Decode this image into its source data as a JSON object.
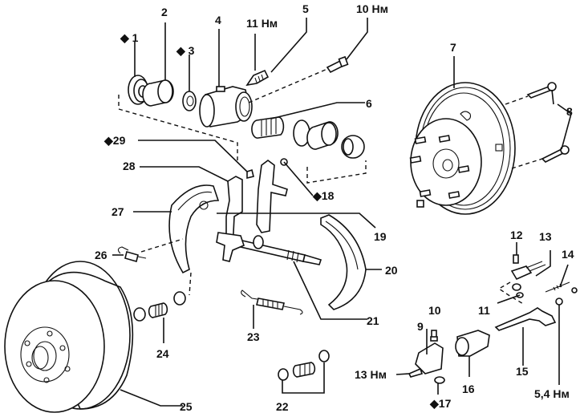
{
  "diagram": {
    "title": "Rear drum brake assembly — exploded view",
    "marker_symbol": "◆",
    "torque_unit": "Нм",
    "callouts": [
      {
        "id": "1",
        "text": "1",
        "marked": true
      },
      {
        "id": "2",
        "text": "2",
        "marked": false
      },
      {
        "id": "3",
        "text": "3",
        "marked": true
      },
      {
        "id": "4",
        "text": "4",
        "marked": false
      },
      {
        "id": "5",
        "text": "5",
        "marked": false
      },
      {
        "id": "6",
        "text": "6",
        "marked": false
      },
      {
        "id": "7",
        "text": "7",
        "marked": false
      },
      {
        "id": "8",
        "text": "8",
        "marked": false
      },
      {
        "id": "9",
        "text": "9",
        "marked": false
      },
      {
        "id": "10",
        "text": "10",
        "marked": false
      },
      {
        "id": "11",
        "text": "11",
        "marked": false
      },
      {
        "id": "12",
        "text": "12",
        "marked": false
      },
      {
        "id": "13",
        "text": "13",
        "marked": false
      },
      {
        "id": "14",
        "text": "14",
        "marked": false
      },
      {
        "id": "15",
        "text": "15",
        "marked": false
      },
      {
        "id": "16",
        "text": "16",
        "marked": false
      },
      {
        "id": "17",
        "text": "17",
        "marked": true
      },
      {
        "id": "18",
        "text": "18",
        "marked": true
      },
      {
        "id": "19",
        "text": "19",
        "marked": false
      },
      {
        "id": "20",
        "text": "20",
        "marked": false
      },
      {
        "id": "21",
        "text": "21",
        "marked": false
      },
      {
        "id": "22",
        "text": "22",
        "marked": false
      },
      {
        "id": "23",
        "text": "23",
        "marked": false
      },
      {
        "id": "24",
        "text": "24",
        "marked": false
      },
      {
        "id": "25",
        "text": "25",
        "marked": false
      },
      {
        "id": "26",
        "text": "26",
        "marked": false
      },
      {
        "id": "27",
        "text": "27",
        "marked": false
      },
      {
        "id": "28",
        "text": "28",
        "marked": false
      },
      {
        "id": "29",
        "text": "29",
        "marked": true
      }
    ],
    "torques": [
      {
        "id": "t11",
        "text": "11 Нм"
      },
      {
        "id": "t10",
        "text": "10 Нм"
      },
      {
        "id": "t13",
        "text": "13 Нм"
      },
      {
        "id": "t54",
        "text": "5,4 Нм"
      }
    ]
  }
}
